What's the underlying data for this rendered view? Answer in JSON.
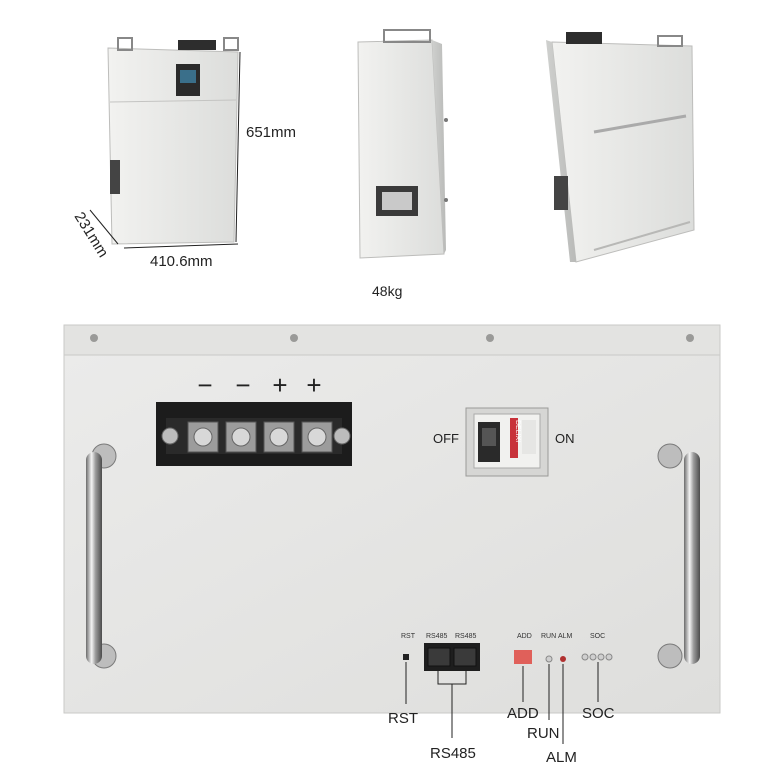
{
  "dimensions": {
    "height": "651mm",
    "width": "410.6mm",
    "depth": "231mm",
    "weight": "48kg"
  },
  "terminals": [
    "−",
    "−",
    "+",
    "+"
  ],
  "breaker": {
    "off": "OFF",
    "on": "ON",
    "brand": "DELIXI"
  },
  "panel_labels": {
    "rst": "RST",
    "rs485_a": "RS485",
    "rs485_b": "RS485",
    "add": "ADD",
    "run": "RUN",
    "alm": "ALM",
    "soc": "SOC"
  },
  "callouts": {
    "rst": "RST",
    "rs485": "RS485",
    "add": "ADD",
    "run": "RUN",
    "alm": "ALM",
    "soc": "SOC"
  },
  "colors": {
    "casing": "#e6e7e5",
    "terminal_block": "#1c1c1c",
    "breaker_red": "#c8323a",
    "add_switch": "#e0605a",
    "alm_led": "#b03030"
  }
}
